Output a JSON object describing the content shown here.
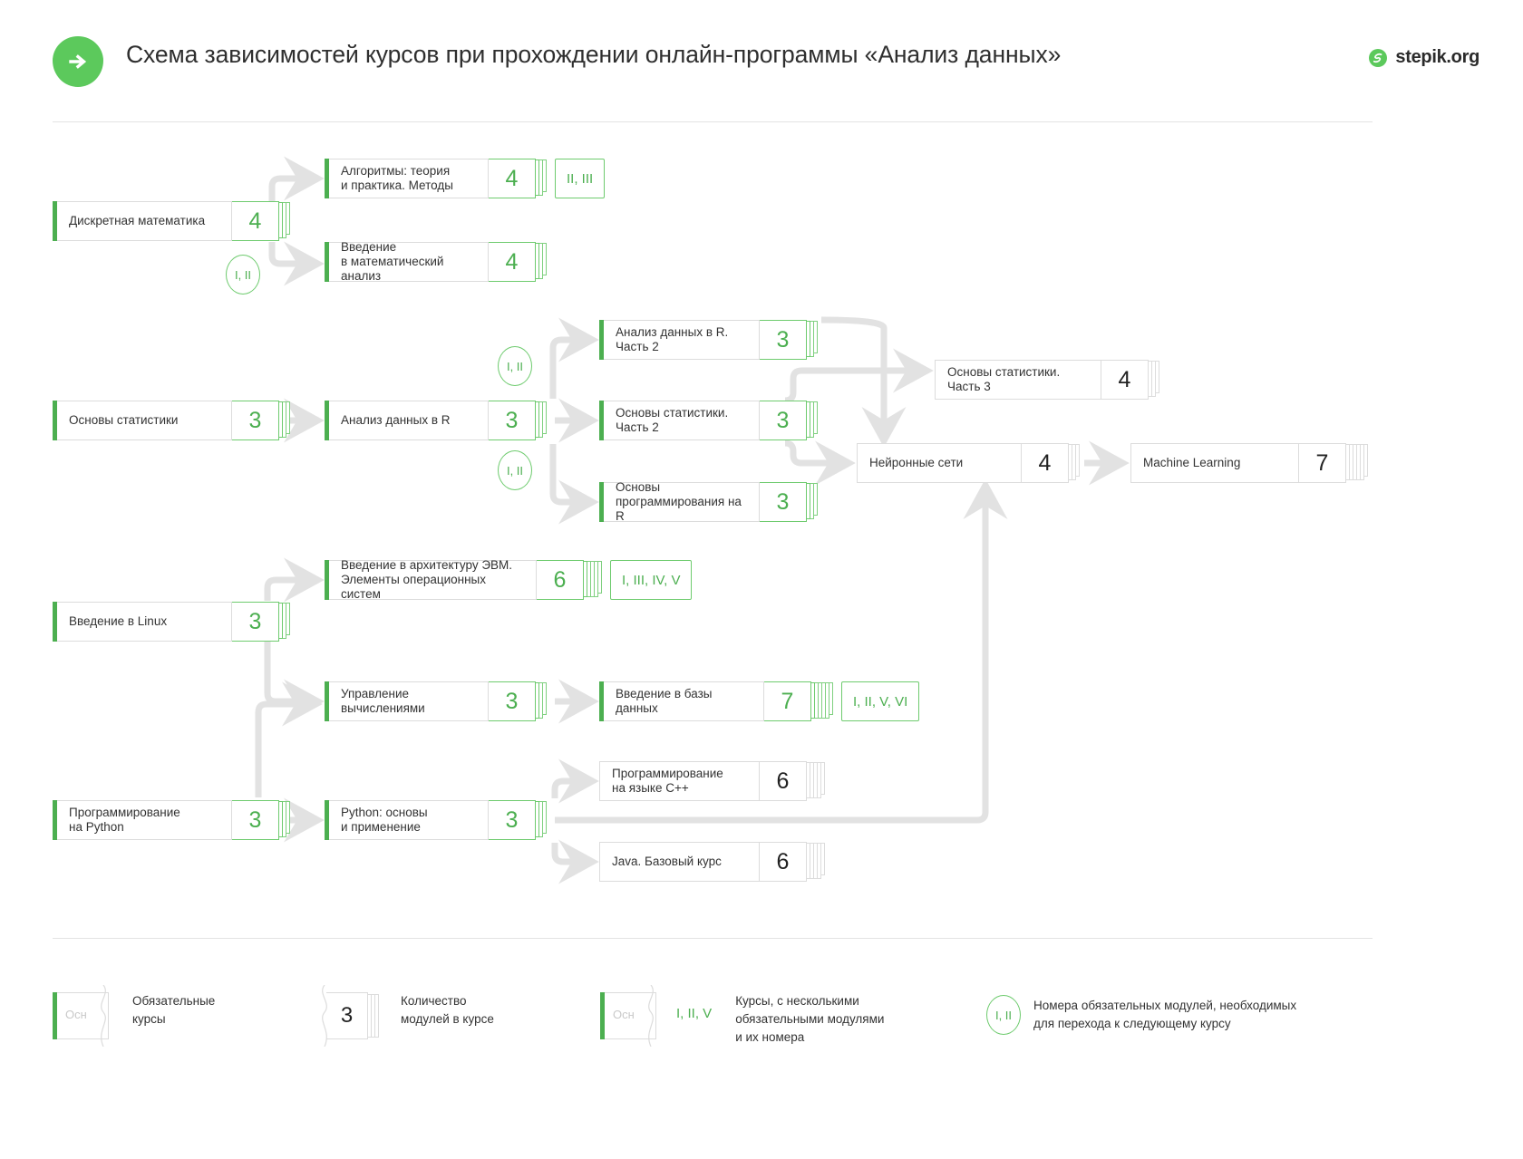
{
  "header": {
    "title": "Схема зависимостей курсов при прохождении онлайн-программы «Анализ данных»",
    "logo_icon": "arrow-right-circle-icon",
    "brand_icon": "stepik-logo-icon",
    "brand_text": "stepik.org"
  },
  "colors": {
    "accent_green": "#4caf50",
    "logo_green": "#5cc95c",
    "border_gray": "#dcdcdc",
    "arrow_gray": "#e0e0e0",
    "text": "#2b2b2b"
  },
  "courses": [
    {
      "id": "discrete-math",
      "title": "Дискретная математика",
      "modules": "4",
      "mandatory": true,
      "badge": null
    },
    {
      "id": "algorithms",
      "title": "Алгоритмы: теория\nи практика. Методы",
      "modules": "4",
      "mandatory": true,
      "badge": "II, III"
    },
    {
      "id": "math-analysis",
      "title": "Введение\nв математический анализ",
      "modules": "4",
      "mandatory": true,
      "badge": null
    },
    {
      "id": "stats-basics",
      "title": "Основы статистики",
      "modules": "3",
      "mandatory": true,
      "badge": null
    },
    {
      "id": "data-analysis-r",
      "title": "Анализ данных в R",
      "modules": "3",
      "mandatory": true,
      "badge": null
    },
    {
      "id": "data-analysis-r-2",
      "title": "Анализ данных в R.\nЧасть 2",
      "modules": "3",
      "mandatory": true,
      "badge": null
    },
    {
      "id": "stats-part2",
      "title": "Основы статистики.\nЧасть 2",
      "modules": "3",
      "mandatory": true,
      "badge": null
    },
    {
      "id": "r-programming",
      "title": "Основы\nпрограммирования на R",
      "modules": "3",
      "mandatory": true,
      "badge": null
    },
    {
      "id": "stats-part3",
      "title": "Основы статистики.\nЧасть 3",
      "modules": "4",
      "mandatory": false,
      "badge": null
    },
    {
      "id": "neural-networks",
      "title": "Нейронные сети",
      "modules": "4",
      "mandatory": false,
      "badge": null
    },
    {
      "id": "machine-learning",
      "title": "Machine Learning",
      "modules": "7",
      "mandatory": false,
      "badge": null
    },
    {
      "id": "linux-intro",
      "title": "Введение в Linux",
      "modules": "3",
      "mandatory": true,
      "badge": null
    },
    {
      "id": "computer-arch",
      "title": "Введение в архитектуру ЭВМ.\nЭлементы операционных систем",
      "modules": "6",
      "mandatory": true,
      "badge": "I, III, IV, V"
    },
    {
      "id": "computing-mgmt",
      "title": "Управление\nвычислениями",
      "modules": "3",
      "mandatory": true,
      "badge": null
    },
    {
      "id": "databases-intro",
      "title": "Введение в базы данных",
      "modules": "7",
      "mandatory": true,
      "badge": "I, II, V, VI"
    },
    {
      "id": "python-programming",
      "title": "Программирование\nна Python",
      "modules": "3",
      "mandatory": true,
      "badge": null
    },
    {
      "id": "python-basics",
      "title": "Python: основы\nи применение",
      "modules": "3",
      "mandatory": true,
      "badge": null
    },
    {
      "id": "cpp-programming",
      "title": "Программирование\nна языке C++",
      "modules": "6",
      "mandatory": false,
      "badge": null
    },
    {
      "id": "java-basics",
      "title": "Java. Базовый курс",
      "modules": "6",
      "mandatory": false,
      "badge": null
    }
  ],
  "module_markers": [
    {
      "id": "marker-discrete",
      "label": "I, II"
    },
    {
      "id": "marker-r-upper",
      "label": "I, II"
    },
    {
      "id": "marker-r-lower",
      "label": "I, II"
    }
  ],
  "legend": [
    {
      "id": "legend-mandatory",
      "chip_text": "Осн",
      "text": "Обязательные\nкурсы"
    },
    {
      "id": "legend-modules",
      "number": "3",
      "text": "Количество\nмодулей в курсе"
    },
    {
      "id": "legend-multi",
      "chip_text": "Осн",
      "badge": "I, II, V",
      "text": "Курсы, с несколькими\nобязательными модулями\nи их номера"
    },
    {
      "id": "legend-prereq",
      "circle": "I, II",
      "text": "Номера обязательных модулей, необходимых\nдля перехода к следующему курсу"
    }
  ]
}
